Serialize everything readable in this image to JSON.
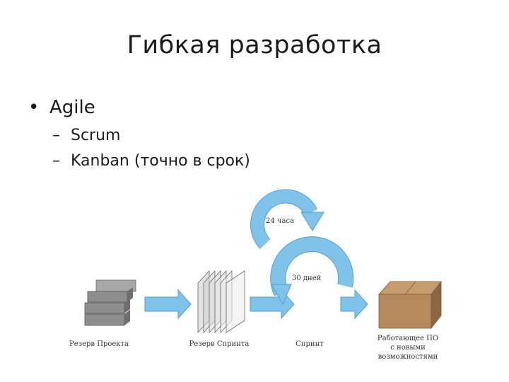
{
  "slide": {
    "title": "Гибкая разработка"
  },
  "bullets": {
    "level1": {
      "bullet": "•",
      "text": "Agile"
    },
    "level2": [
      {
        "dash": "–",
        "text": "Scrum"
      },
      {
        "dash": "–",
        "text": "Kanban (точно в срок)"
      }
    ]
  },
  "diagram": {
    "captions": {
      "product_backlog": "Резерв Проекта",
      "sprint_backlog": "Резерв Спринта",
      "sprint": "Спринт",
      "increment_line1": "Работающее ПО",
      "increment_line2": "с новыми",
      "increment_line3": "возможностями"
    },
    "cycles": {
      "daily": "24 часа",
      "sprint": "30 дней"
    },
    "colors": {
      "arrow": "#7fc3ea",
      "arrow_stroke": "#4f9fd0",
      "stack_block": "#8e8e8e",
      "box": "#b48a5e"
    }
  }
}
